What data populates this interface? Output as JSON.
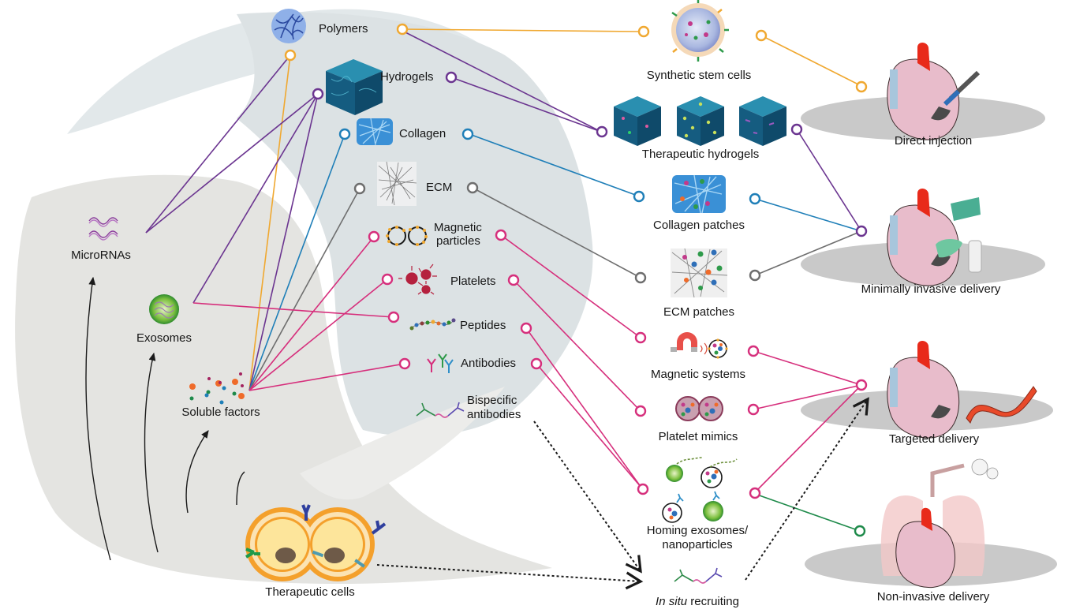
{
  "title": "Therapeutic cell-derived and biomaterial-based strategies for cardiac delivery",
  "colors": {
    "polymers": "#f0a830",
    "hydrogels": "#6b3590",
    "collagen": "#1f7fb8",
    "ecm": "#6e6e6e",
    "targeting": "#d62f7c",
    "noninvasive": "#1e8a4a",
    "dashed": "#1a1a1a",
    "background_swirl_left": "#e3e3e0",
    "background_swirl_center": "#dde3e5"
  },
  "sources": {
    "microRNAs": "MicroRNAs",
    "exosomes": "Exosomes",
    "soluble_factors": "Soluble factors",
    "therapeutic_cells": "Therapeutic cells"
  },
  "biomaterials": {
    "polymers": "Polymers",
    "hydrogels": "Hydrogels",
    "collagen": "Collagen",
    "ecm": "ECM"
  },
  "targeting_agents": {
    "magnetic_particles_1": "Magnetic",
    "magnetic_particles_2": "particles",
    "platelets": "Platelets",
    "peptides": "Peptides",
    "antibodies": "Antibodies",
    "bispecific_1": "Bispecific",
    "bispecific_2": "antibodies"
  },
  "products": {
    "synthetic_stem_cells": "Synthetic stem cells",
    "therapeutic_hydrogels": "Therapeutic hydrogels",
    "collagen_patches": "Collagen patches",
    "ecm_patches": "ECM patches",
    "magnetic_systems": "Magnetic systems",
    "platelet_mimics": "Platelet mimics",
    "homing_1": "Homing exosomes/",
    "homing_2": "nanoparticles",
    "in_situ_italic": "In situ",
    "in_situ_rest": " recruiting"
  },
  "delivery": {
    "direct_injection": "Direct injection",
    "minimally_invasive": "Minimally invasive delivery",
    "targeted": "Targeted delivery",
    "non_invasive": "Non-invasive delivery"
  }
}
